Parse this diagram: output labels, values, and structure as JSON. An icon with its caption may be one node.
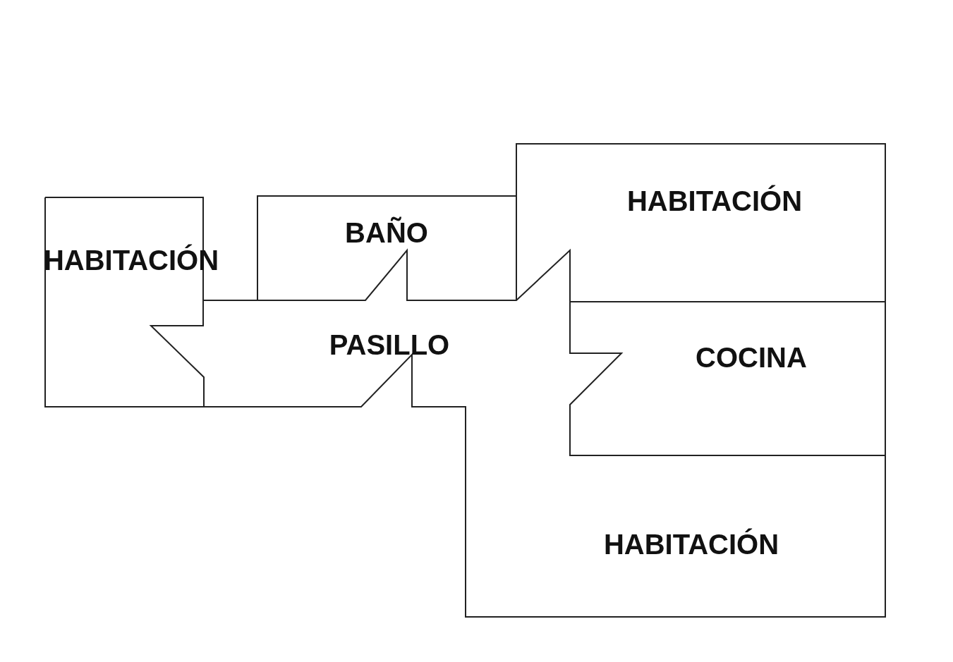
{
  "diagram": {
    "nodes": [
      {
        "text": [
          "HABITACIÓN"
        ]
      },
      {
        "text": [
          "BAÑO"
        ]
      },
      {
        "text": [
          "HABITACIÓN"
        ]
      },
      {
        "text": [
          "PASILLO"
        ]
      },
      {
        "text": [
          "COCINA"
        ]
      },
      {
        "text": [
          "HABITACIÓN"
        ]
      }
    ]
  }
}
